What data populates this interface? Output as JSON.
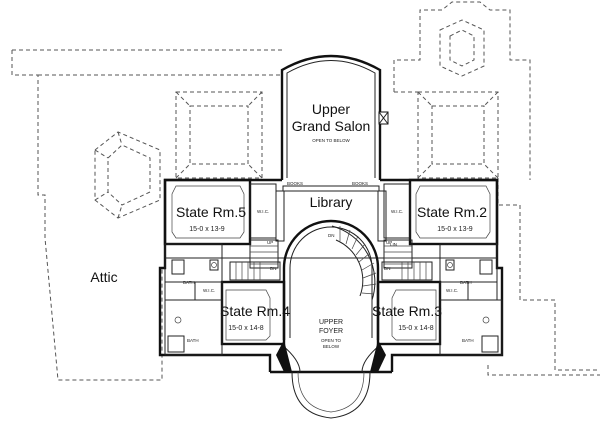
{
  "rooms": {
    "salon": {
      "line1": "Upper",
      "line2": "Grand Salon",
      "note": "OPEN TO BELOW"
    },
    "library": {
      "name": "Library",
      "books_left": "BOOKS",
      "books_right": "BOOKS"
    },
    "state5": {
      "name": "State Rm.5",
      "dim": "15-0 x 13-9"
    },
    "state2": {
      "name": "State Rm.2",
      "dim": "15-0 x 13-9"
    },
    "state4": {
      "name": "State Rm.4",
      "dim": "15-0 x 14-8"
    },
    "state3": {
      "name": "State Rm.3",
      "dim": "15-0 x 14-8"
    },
    "foyer": {
      "line1": "UPPER",
      "line2": "FOYER",
      "note1": "OPEN TO",
      "note2": "BELOW"
    },
    "attic": {
      "name": "Attic"
    }
  },
  "small_labels": {
    "wic": "W.I.C.",
    "bath": "BATH",
    "lin": "LIN",
    "dn": "DN",
    "up": "UP"
  }
}
